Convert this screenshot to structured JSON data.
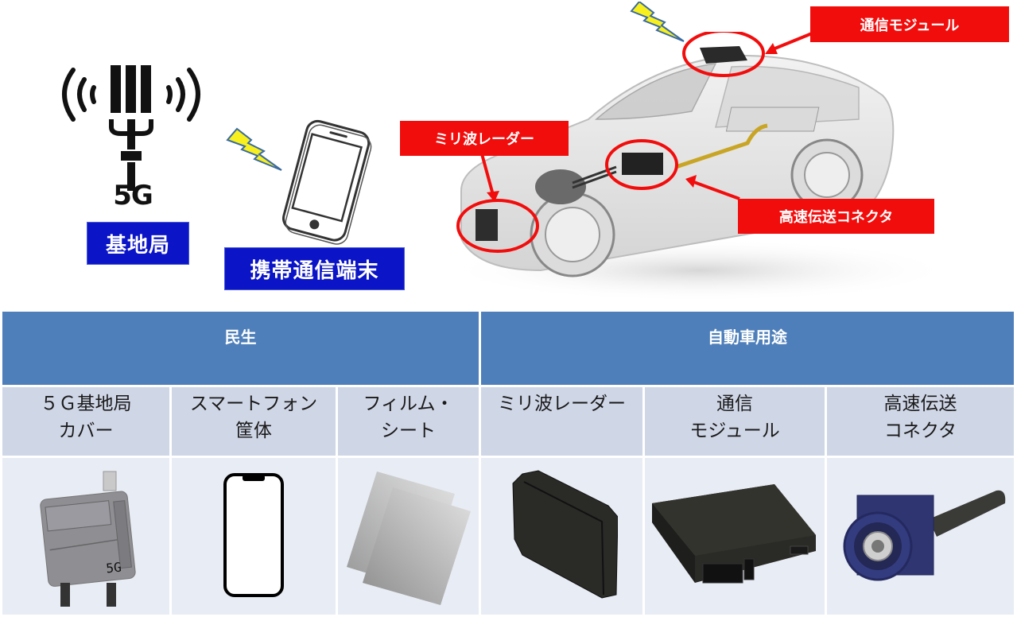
{
  "top_illustration": {
    "base_station": {
      "logo_text": "5G",
      "label": "基地局"
    },
    "mobile_terminal": {
      "label": "携帯通信端末"
    },
    "car_callouts": {
      "comm_module": "通信モジュール",
      "mmwave_radar": "ミリ波レーダー",
      "hs_connector": "高速伝送コネクタ"
    },
    "colors": {
      "label_blue": "#0b14c6",
      "callout_red": "#f20d0d",
      "bolt_yellow": "#f7f01e"
    }
  },
  "table": {
    "groups": [
      {
        "label": "民生"
      },
      {
        "label": "自動車用途"
      }
    ],
    "columns": [
      {
        "label": "５Ｇ基地局\nカバー",
        "icon": "base-station-cover-image"
      },
      {
        "label": "スマートフォン\n筐体",
        "icon": "smartphone-image"
      },
      {
        "label": "フィルム・\nシート",
        "icon": "film-sheet-image"
      },
      {
        "label": "ミリ波レーダー",
        "icon": "radar-module-image"
      },
      {
        "label": "通信\nモジュール",
        "icon": "comm-module-image"
      },
      {
        "label": "高速伝送\nコネクタ",
        "icon": "connector-image"
      }
    ],
    "colors": {
      "header_blue": "#4e7fba",
      "subheader": "#cfd6e6",
      "cell": "#e8ecf4"
    }
  }
}
